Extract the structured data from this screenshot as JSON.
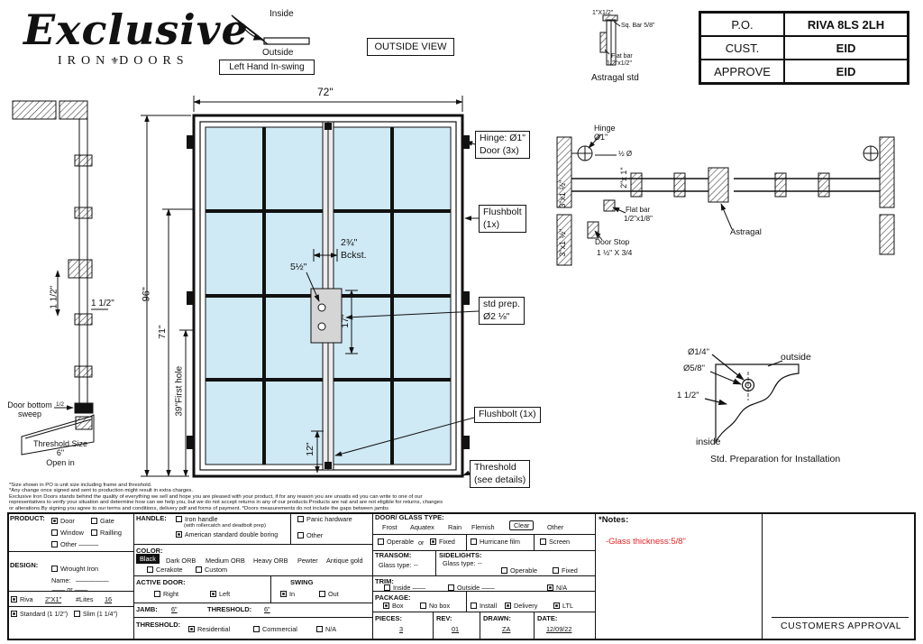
{
  "colors": {
    "glass": "#cfe9f5",
    "note_red": "#ee2222",
    "line": "#111111"
  },
  "logo": {
    "script": "Exclusive",
    "word1": "IRON",
    "ornament": "⚜",
    "word2": "DOORS"
  },
  "swing_diagram": {
    "inside": "Inside",
    "outside": "Outside",
    "tag": "Left Hand In-swing"
  },
  "view_label": "OUTSIDE VIEW",
  "astragal_detail": {
    "dim_top": "1\"X1/2\"",
    "sq_bar": "Sq. Bar 5/8\"",
    "flat_bar_1": "Flat bar",
    "flat_bar_2": "1/2\"x1/2\"",
    "caption": "Astragal std"
  },
  "order_table": {
    "po_label": "P.O.",
    "po_value": "RIVA 8LS 2LH",
    "cust_label": "CUST.",
    "cust_value": "EID",
    "approve_label": "APPROVE",
    "approve_value": "EID"
  },
  "elevation": {
    "dim_width": "72\"",
    "dim_height": "96\"",
    "dim_71": "71\"",
    "dim_first_hole": "39\"First hole",
    "dim_12": "12\"",
    "dim_17": "17\"",
    "dim_backset": "2¾\"",
    "dim_backset_label": "Bckst.",
    "dim_5_5": "5½\"",
    "callout_hinge_1": "Hinge: Ø1\"",
    "callout_hinge_2": "Door (3x)",
    "callout_flushbolt_1": "Flushbolt",
    "callout_flushbolt_2": "(1x)",
    "callout_prep_1": "std prep.",
    "callout_prep_2": "Ø2 ⅛\"",
    "callout_flushbolt_b": "Flushbolt (1x)",
    "callout_threshold_1": "Threshold",
    "callout_threshold_2": "(see details)"
  },
  "jamb_section": {
    "dim_v": "1 1/2\"",
    "dim_h": "1 1/2\"",
    "dim_half": "1/2",
    "sweep_1": "Door bottom",
    "sweep_2": "sweep",
    "thr_1": "Threshold Size",
    "thr_2": "6\"",
    "thr_3": "Open in"
  },
  "plan_section": {
    "hinge_1": "Hinge",
    "hinge_2": "Ø1\"",
    "half_dia": "½ Ø",
    "tube_2x1": "2\"x 1\"",
    "tube_3x15_a": "3\"x1 ½\"",
    "tube_3x15_b": "3\"x1 ½\"",
    "flat_bar_1": "Flat bar",
    "flat_bar_2": "1/2\"x1/8\"",
    "door_stop_1": "Door Stop",
    "door_stop_2": "1 ½\" X 3/4",
    "astragal": "Astragal"
  },
  "prep_detail": {
    "dia_small": "Ø1/4\"",
    "dia_big": "Ø5/8\"",
    "dim": "1 1/2\"",
    "outside": "outside",
    "inside": "inside",
    "caption": "Std. Preparation for Installation"
  },
  "disclaimer": {
    "line1": "*Size shown in PO is unit size including frame and threshold.",
    "line2": "*Any change once signed and sent to production might result in extra charges.",
    "line3": "Exclusive Iron Doors stands behind the quality of everything we sell and hope you are pleased with your product, if for any reason you are unsatis ed you can write to one of our",
    "line4": "representatives to verify your situation and determine how can we help you, but we do not accept returns in any of our products.Products are  nal and are not eligible for returns, changes",
    "line5": "or alterations.By signing you agree to our terms and conditions, delivery pdf and forms of payment. *Doors measurements do not include the gaps between jambs"
  },
  "form": {
    "product": {
      "header": "PRODUCT:",
      "door": {
        "label": "Door",
        "checked": true
      },
      "gate": {
        "label": "Gate",
        "checked": false
      },
      "window": {
        "label": "Window",
        "checked": false
      },
      "railling": {
        "label": "Railling",
        "checked": false
      },
      "other": {
        "label": "Other",
        "checked": false
      },
      "other_blank": "———"
    },
    "design": {
      "header": "DESIGN:",
      "wrought_iron": {
        "label": "Wrought Iron",
        "checked": false
      },
      "name_label": "Name:",
      "name_value": "—————",
      "or_text": "——  or  ——",
      "riva": {
        "label": "Riva",
        "checked": true
      },
      "riva_size": "2\"X1\"",
      "lites_label": "#Lites",
      "lites_value": "16",
      "standard": {
        "label": "Standard (1 1/2\")",
        "checked": true
      },
      "slim": {
        "label": "Slim (1 1/4\")",
        "checked": false
      }
    },
    "handle": {
      "header": "HANDLE:",
      "iron": {
        "label": "Iron handle",
        "checked": false
      },
      "iron_note": "(with rollercatch and deadbolt prep)",
      "american": {
        "label": "American standard double boring",
        "checked": true
      },
      "panic": {
        "label": "Panic hardware",
        "checked": false
      },
      "other": {
        "label": "Other",
        "checked": false
      }
    },
    "color": {
      "header": "COLOR:",
      "selected": "Black",
      "opt1": "Dark ORB",
      "opt2": "Medium ORB",
      "opt3": "Heavy ORB",
      "opt4": "Pewter",
      "opt5": "Antique gold",
      "cerakote": {
        "label": "Cerakote",
        "checked": false
      },
      "custom": {
        "label": "Custom",
        "checked": false
      }
    },
    "active_door": {
      "header": "ACTIVE DOOR:",
      "right": {
        "label": "Right",
        "checked": false
      },
      "left": {
        "label": "Left",
        "checked": true
      }
    },
    "swing": {
      "header": "SWING",
      "in_opt": {
        "label": "In",
        "checked": true
      },
      "out_opt": {
        "label": "Out",
        "checked": false
      }
    },
    "jamb": {
      "label": "JAMB:",
      "value": "6\"",
      "threshold_label": "THRESHOLD:",
      "threshold_value": "6\""
    },
    "threshold": {
      "header": "THRESHOLD:",
      "residential": {
        "label": "Residential",
        "checked": true
      },
      "commercial": {
        "label": "Commercial",
        "checked": false
      },
      "na": {
        "label": "N/A",
        "checked": false
      }
    },
    "glass": {
      "header": "DOOR/ GLASS TYPE:",
      "opt1": "Frost",
      "opt2": "Aquatex",
      "opt3": "Rain",
      "opt4": "Flemish",
      "selected": "Clear",
      "opt5": "Other",
      "operable": {
        "label": "Operable",
        "checked": false
      },
      "or_text": "or",
      "fixed": {
        "label": "Fixed",
        "checked": true
      },
      "hurricane": {
        "label": "Hurricane film",
        "checked": false
      },
      "screen": {
        "label": "Screen",
        "checked": false
      }
    },
    "transom": {
      "header": "TRANSOM:",
      "glass_label": "Glass type:",
      "glass_value": "--"
    },
    "sidelights": {
      "header": "SIDELIGHTS:",
      "glass_label": "Glass type:",
      "glass_value": "--",
      "operable": {
        "label": "Operable",
        "checked": false
      },
      "fixed": {
        "label": "Fixed",
        "checked": false
      }
    },
    "trim": {
      "header": "TRIM:",
      "inside": {
        "label": "Inside",
        "checked": false
      },
      "inside_blank": "——",
      "outside": {
        "label": "Outside",
        "checked": false
      },
      "outside_blank": "——",
      "na": {
        "label": "N/A",
        "checked": true
      }
    },
    "package": {
      "header": "PACKAGE:",
      "box": {
        "label": "Box",
        "checked": true
      },
      "no_box": {
        "label": "No box",
        "checked": false
      },
      "install": {
        "label": "Install",
        "checked": false
      },
      "delivery": {
        "label": "Delivery",
        "checked": true
      },
      "ltl": {
        "label": "LTL",
        "checked": true
      }
    },
    "meta": {
      "pieces_label": "PIECES:",
      "pieces_value": "3",
      "rev_label": "REV:",
      "rev_value": "01",
      "drawn_label": "DRAWN:",
      "drawn_value": "ZA",
      "date_label": "DATE:",
      "date_value": "12/09/22"
    },
    "notes": {
      "header": "*Notes:",
      "note1": "-Glass thickness:5/8\""
    },
    "approval": "CUSTOMERS APPROVAL"
  }
}
